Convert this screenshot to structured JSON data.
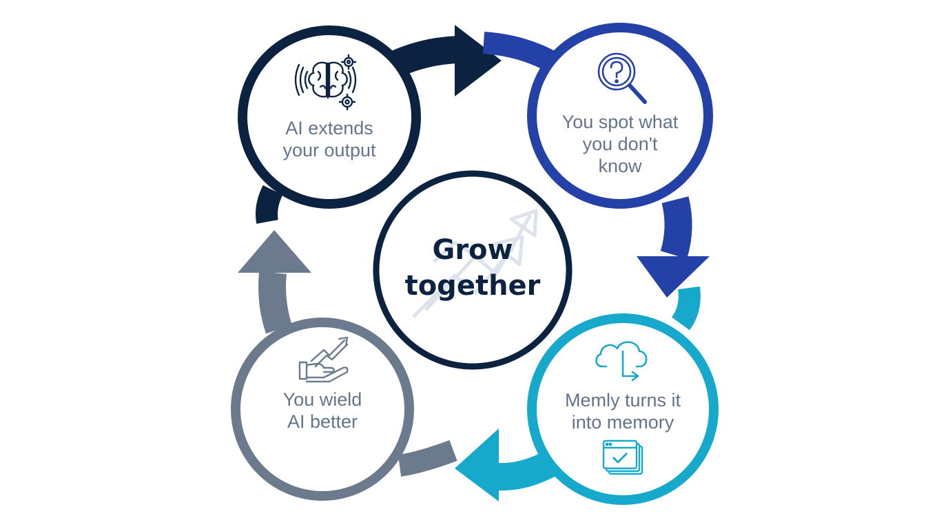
{
  "center": {
    "lines": [
      "Grow",
      "together"
    ],
    "icon": "growth-arrows-watermark-icon"
  },
  "nodes": [
    {
      "id": "ai-extends",
      "lines": [
        "AI extends",
        "your output"
      ],
      "icon": "brain-gears-icon",
      "color": "#0b2340"
    },
    {
      "id": "you-spot",
      "lines": [
        "You spot what",
        "you don't",
        "know"
      ],
      "icon": "magnifier-question-icon",
      "color": "#2341a6"
    },
    {
      "id": "memly-turns",
      "lines": [
        "Memly turns it",
        "into memory"
      ],
      "icon": "cloud-download-icon",
      "icon2": "checked-window-stack-icon",
      "color": "#16a9cc"
    },
    {
      "id": "you-wield",
      "lines": [
        "You wield",
        "AI better"
      ],
      "icon": "hand-growth-chart-icon",
      "color": "#6b7a8d"
    }
  ],
  "colors": {
    "navy": "#0b2340",
    "blue": "#2341a6",
    "cyan": "#16a9cc",
    "gray": "#6b7a8d",
    "text": "#64748b"
  }
}
